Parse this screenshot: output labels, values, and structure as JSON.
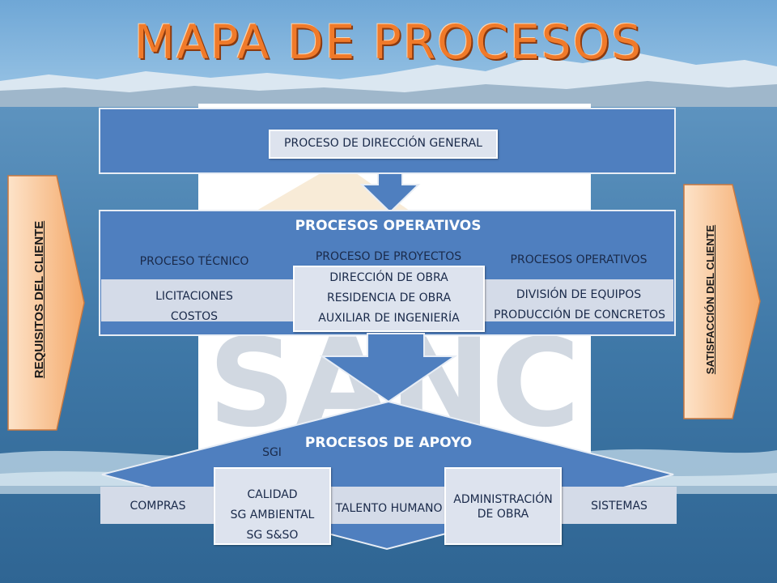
{
  "title": "MAPA DE PROCESOS",
  "logo_text": "SANC",
  "left_arrow": {
    "label": "REQUISITOS DEL CLIENTE"
  },
  "right_arrow": {
    "label": "SATISFACCIÓN DEL CLIENTE"
  },
  "direccion": {
    "label": "PROCESO DE DIRECCIÓN GENERAL"
  },
  "operativos": {
    "header": "PROCESOS OPERATIVOS",
    "tecnico": {
      "header": "PROCESO TÉCNICO",
      "items": [
        "LICITACIONES",
        "COSTOS"
      ]
    },
    "proyectos": {
      "header": "PROCESO DE PROYECTOS",
      "items": [
        "DIRECCIÓN DE OBRA",
        "RESIDENCIA DE OBRA",
        "AUXILIAR DE INGENIERÍA"
      ]
    },
    "operativos_col": {
      "header": "PROCESOS OPERATIVOS",
      "items": [
        "DIVISIÓN DE EQUIPOS",
        "PRODUCCIÓN DE CONCRETOS"
      ]
    }
  },
  "apoyo": {
    "header": "PROCESOS DE APOYO",
    "sgi": "SGI",
    "compras": "COMPRAS",
    "calidad": [
      "CALIDAD",
      "SG AMBIENTAL",
      "SG S&SO"
    ],
    "talento": "TALENTO HUMANO",
    "administracion": [
      "ADMINISTRACIÓN",
      "DE OBRA"
    ],
    "sistemas": "SISTEMAS"
  },
  "colors": {
    "primary": "#4f7fbf",
    "title": "#f07a2a",
    "arrow": "#f8b47a",
    "box": "#dde3ee"
  }
}
